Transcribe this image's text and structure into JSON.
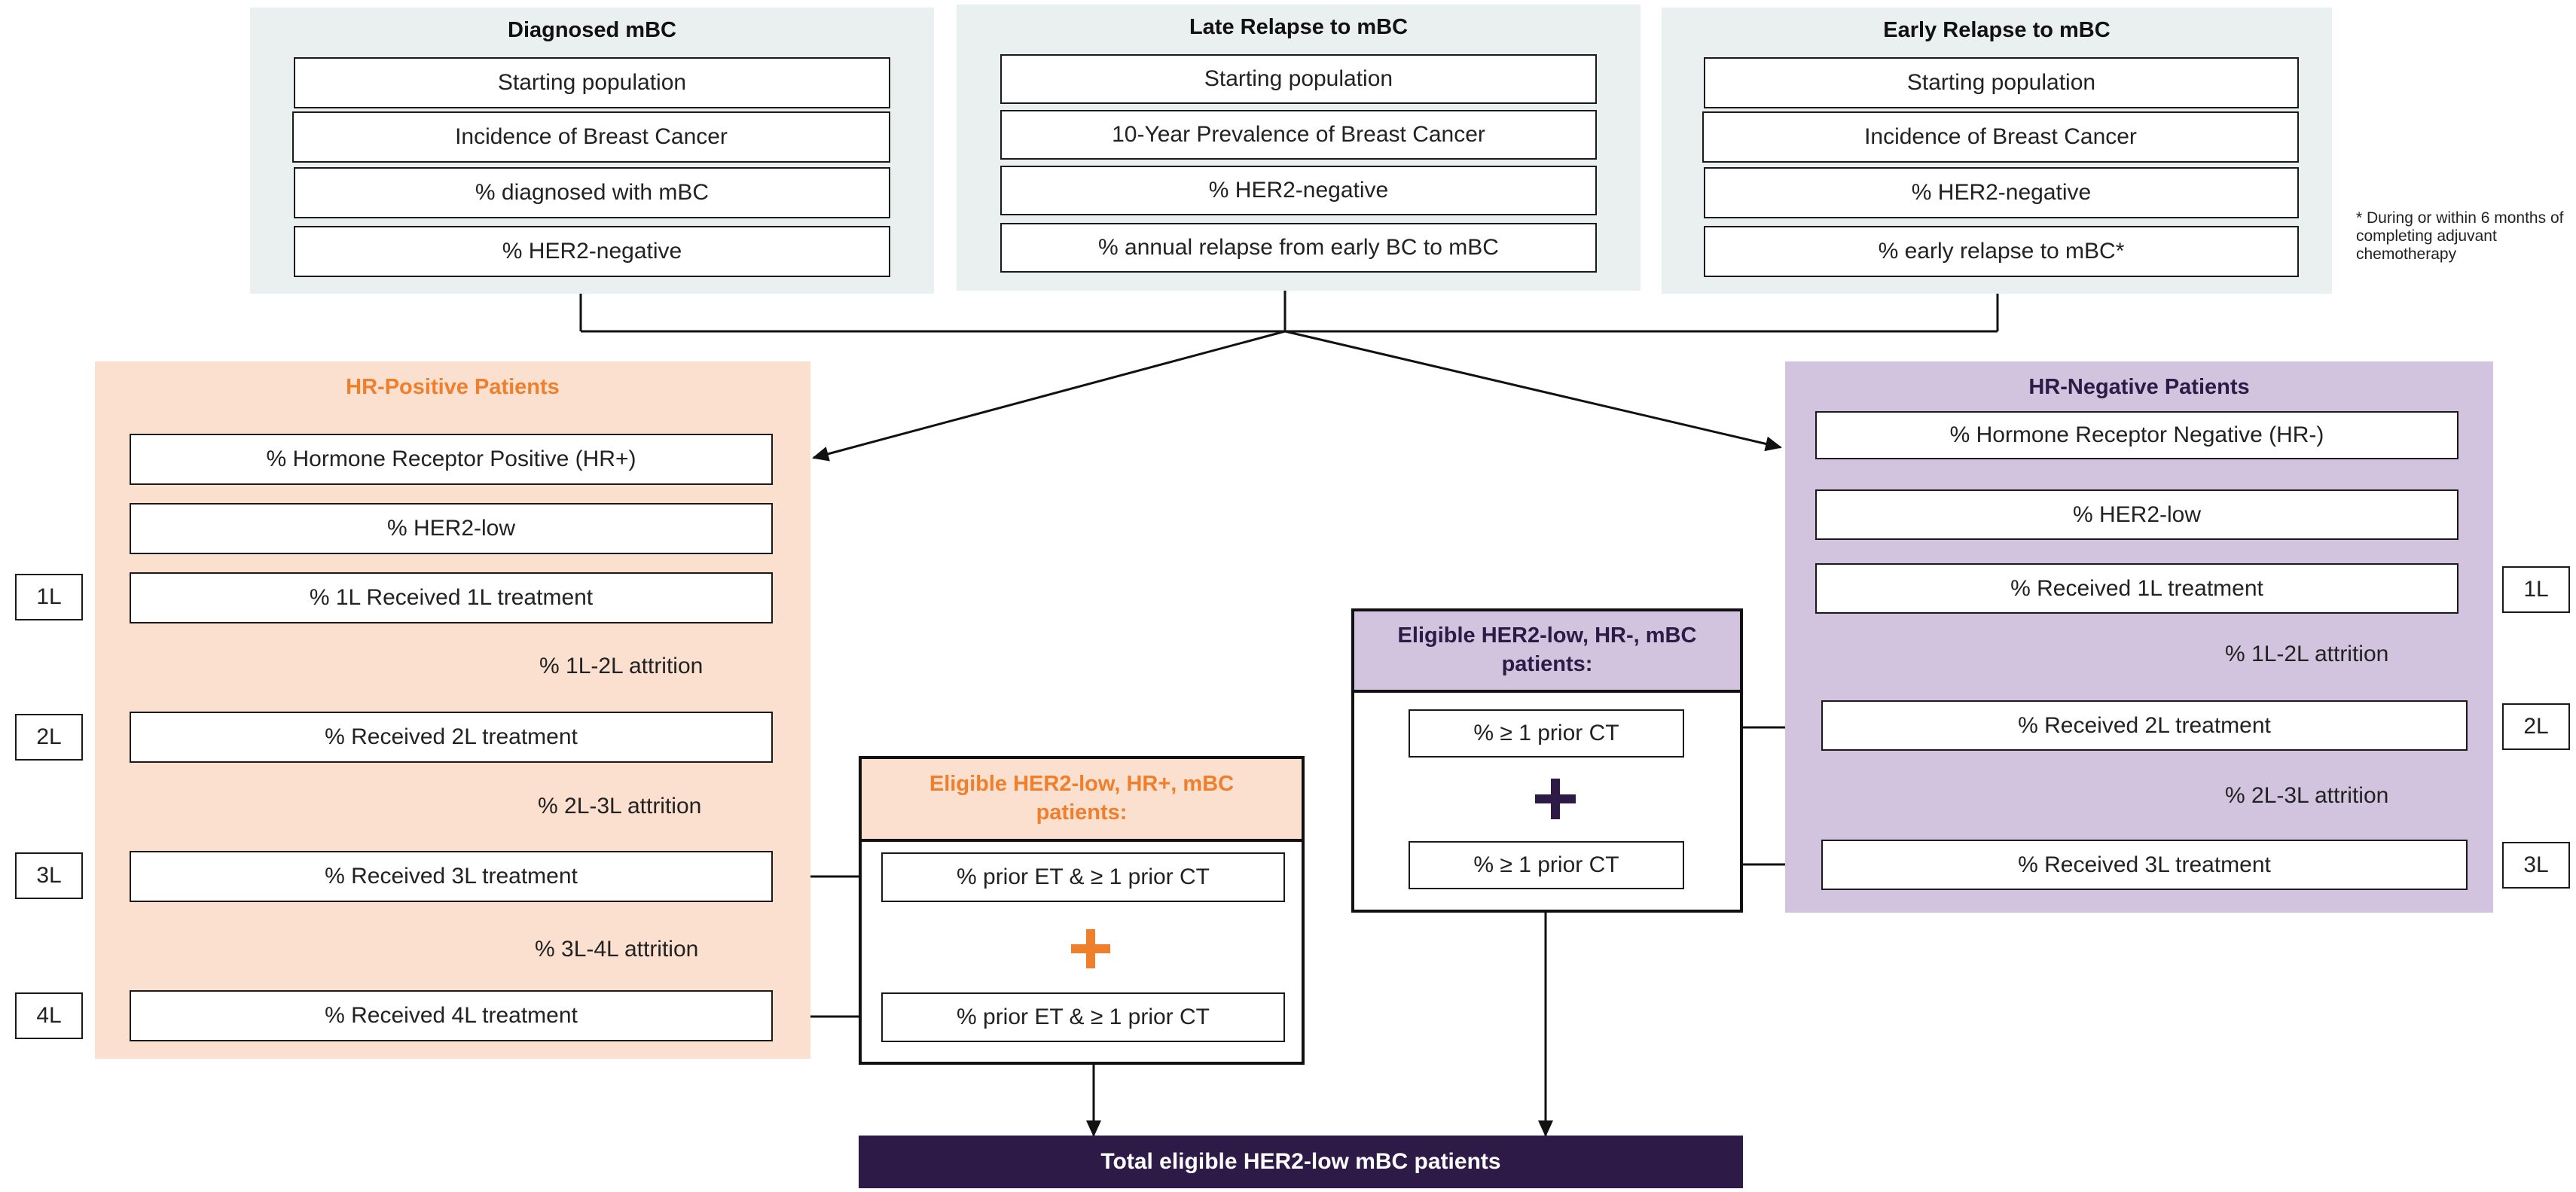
{
  "top_panels": {
    "diagnosed": {
      "title": "Diagnosed mBC",
      "steps": [
        "Starting population",
        "Incidence of Breast Cancer",
        "% diagnosed with mBC",
        "% HER2-negative"
      ]
    },
    "late": {
      "title": "Late Relapse to mBC",
      "steps": [
        "Starting population",
        "10-Year Prevalence of Breast Cancer",
        "% HER2-negative",
        "% annual relapse from early BC to mBC"
      ]
    },
    "early": {
      "title": "Early Relapse to mBC",
      "steps": [
        "Starting population",
        "Incidence of Breast Cancer",
        "% HER2-negative",
        "% early relapse to mBC*"
      ]
    }
  },
  "footnote": "* During or within 6 months of completing adjuvant chemotherapy",
  "hr_positive": {
    "title": "HR-Positive Patients",
    "steps": [
      "% Hormone Receptor Positive (HR+)",
      "% HER2-low",
      "% 1L Received 1L treatment",
      "% Received 2L treatment",
      "% Received 3L treatment",
      "% Received 4L treatment"
    ],
    "attrition": [
      "% 1L-2L attrition",
      "% 2L-3L attrition",
      "% 3L-4L attrition"
    ],
    "lines": [
      "1L",
      "2L",
      "3L",
      "4L"
    ]
  },
  "hr_negative": {
    "title": "HR-Negative Patients",
    "steps": [
      "% Hormone Receptor Negative (HR-)",
      "% HER2-low",
      "% Received 1L treatment",
      "% Received 2L treatment",
      "% Received 3L treatment"
    ],
    "attrition": [
      "% 1L-2L attrition",
      "% 2L-3L attrition"
    ],
    "lines": [
      "1L",
      "2L",
      "3L"
    ]
  },
  "eligible_hr_pos": {
    "title": "Eligible HER2-low, HR+, mBC patients:",
    "items": [
      "% prior ET & ≥ 1 prior CT",
      "% prior ET & ≥ 1 prior CT"
    ]
  },
  "eligible_hr_neg": {
    "title": "Eligible HER2-low, HR-, mBC patients:",
    "items": [
      "% ≥ 1 prior CT",
      "% ≥ 1 prior CT"
    ]
  },
  "total": "Total eligible HER2-low mBC patients",
  "colors": {
    "orange_accent": "#f07f2c",
    "purple_accent": "#2e1a47",
    "hr_pos_bg": "#fbe0cf",
    "hr_neg_bg": "#d2c3de",
    "top_panel_bg": "#e9f0ef"
  }
}
